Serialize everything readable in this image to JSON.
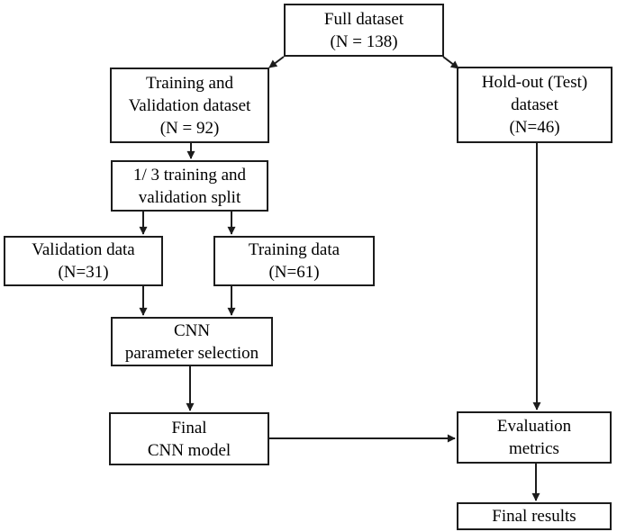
{
  "diagram": {
    "type": "flowchart",
    "colors": {
      "border": "#1c1c1c",
      "text": "#000000",
      "background": "#ffffff"
    },
    "nodes": {
      "full_dataset": {
        "lines": [
          "Full dataset",
          "(N = 138)"
        ]
      },
      "training_validation": {
        "lines": [
          "Training and",
          "Validation dataset",
          "(N = 92)"
        ]
      },
      "holdout": {
        "lines": [
          "Hold-out (Test)",
          "dataset",
          "(N=46)"
        ]
      },
      "split": {
        "lines": [
          "1/ 3 training and",
          "validation split"
        ]
      },
      "validation_data": {
        "lines": [
          "Validation data",
          "(N=31)"
        ]
      },
      "training_data": {
        "lines": [
          "Training data",
          "(N=61)"
        ]
      },
      "cnn_parameter": {
        "lines": [
          "CNN",
          "parameter selection"
        ]
      },
      "final_cnn": {
        "lines": [
          "Final",
          "CNN model"
        ]
      },
      "evaluation_metrics": {
        "lines": [
          "Evaluation",
          "metrics"
        ]
      },
      "final_results": {
        "lines": [
          "Final results"
        ]
      }
    },
    "edges": [
      {
        "from": "full_dataset",
        "to": "training_validation"
      },
      {
        "from": "full_dataset",
        "to": "holdout"
      },
      {
        "from": "training_validation",
        "to": "split"
      },
      {
        "from": "split",
        "to": "validation_data"
      },
      {
        "from": "split",
        "to": "training_data"
      },
      {
        "from": "validation_data",
        "to": "cnn_parameter"
      },
      {
        "from": "training_data",
        "to": "cnn_parameter"
      },
      {
        "from": "cnn_parameter",
        "to": "final_cnn"
      },
      {
        "from": "final_cnn",
        "to": "evaluation_metrics"
      },
      {
        "from": "holdout",
        "to": "evaluation_metrics"
      },
      {
        "from": "evaluation_metrics",
        "to": "final_results"
      }
    ]
  }
}
